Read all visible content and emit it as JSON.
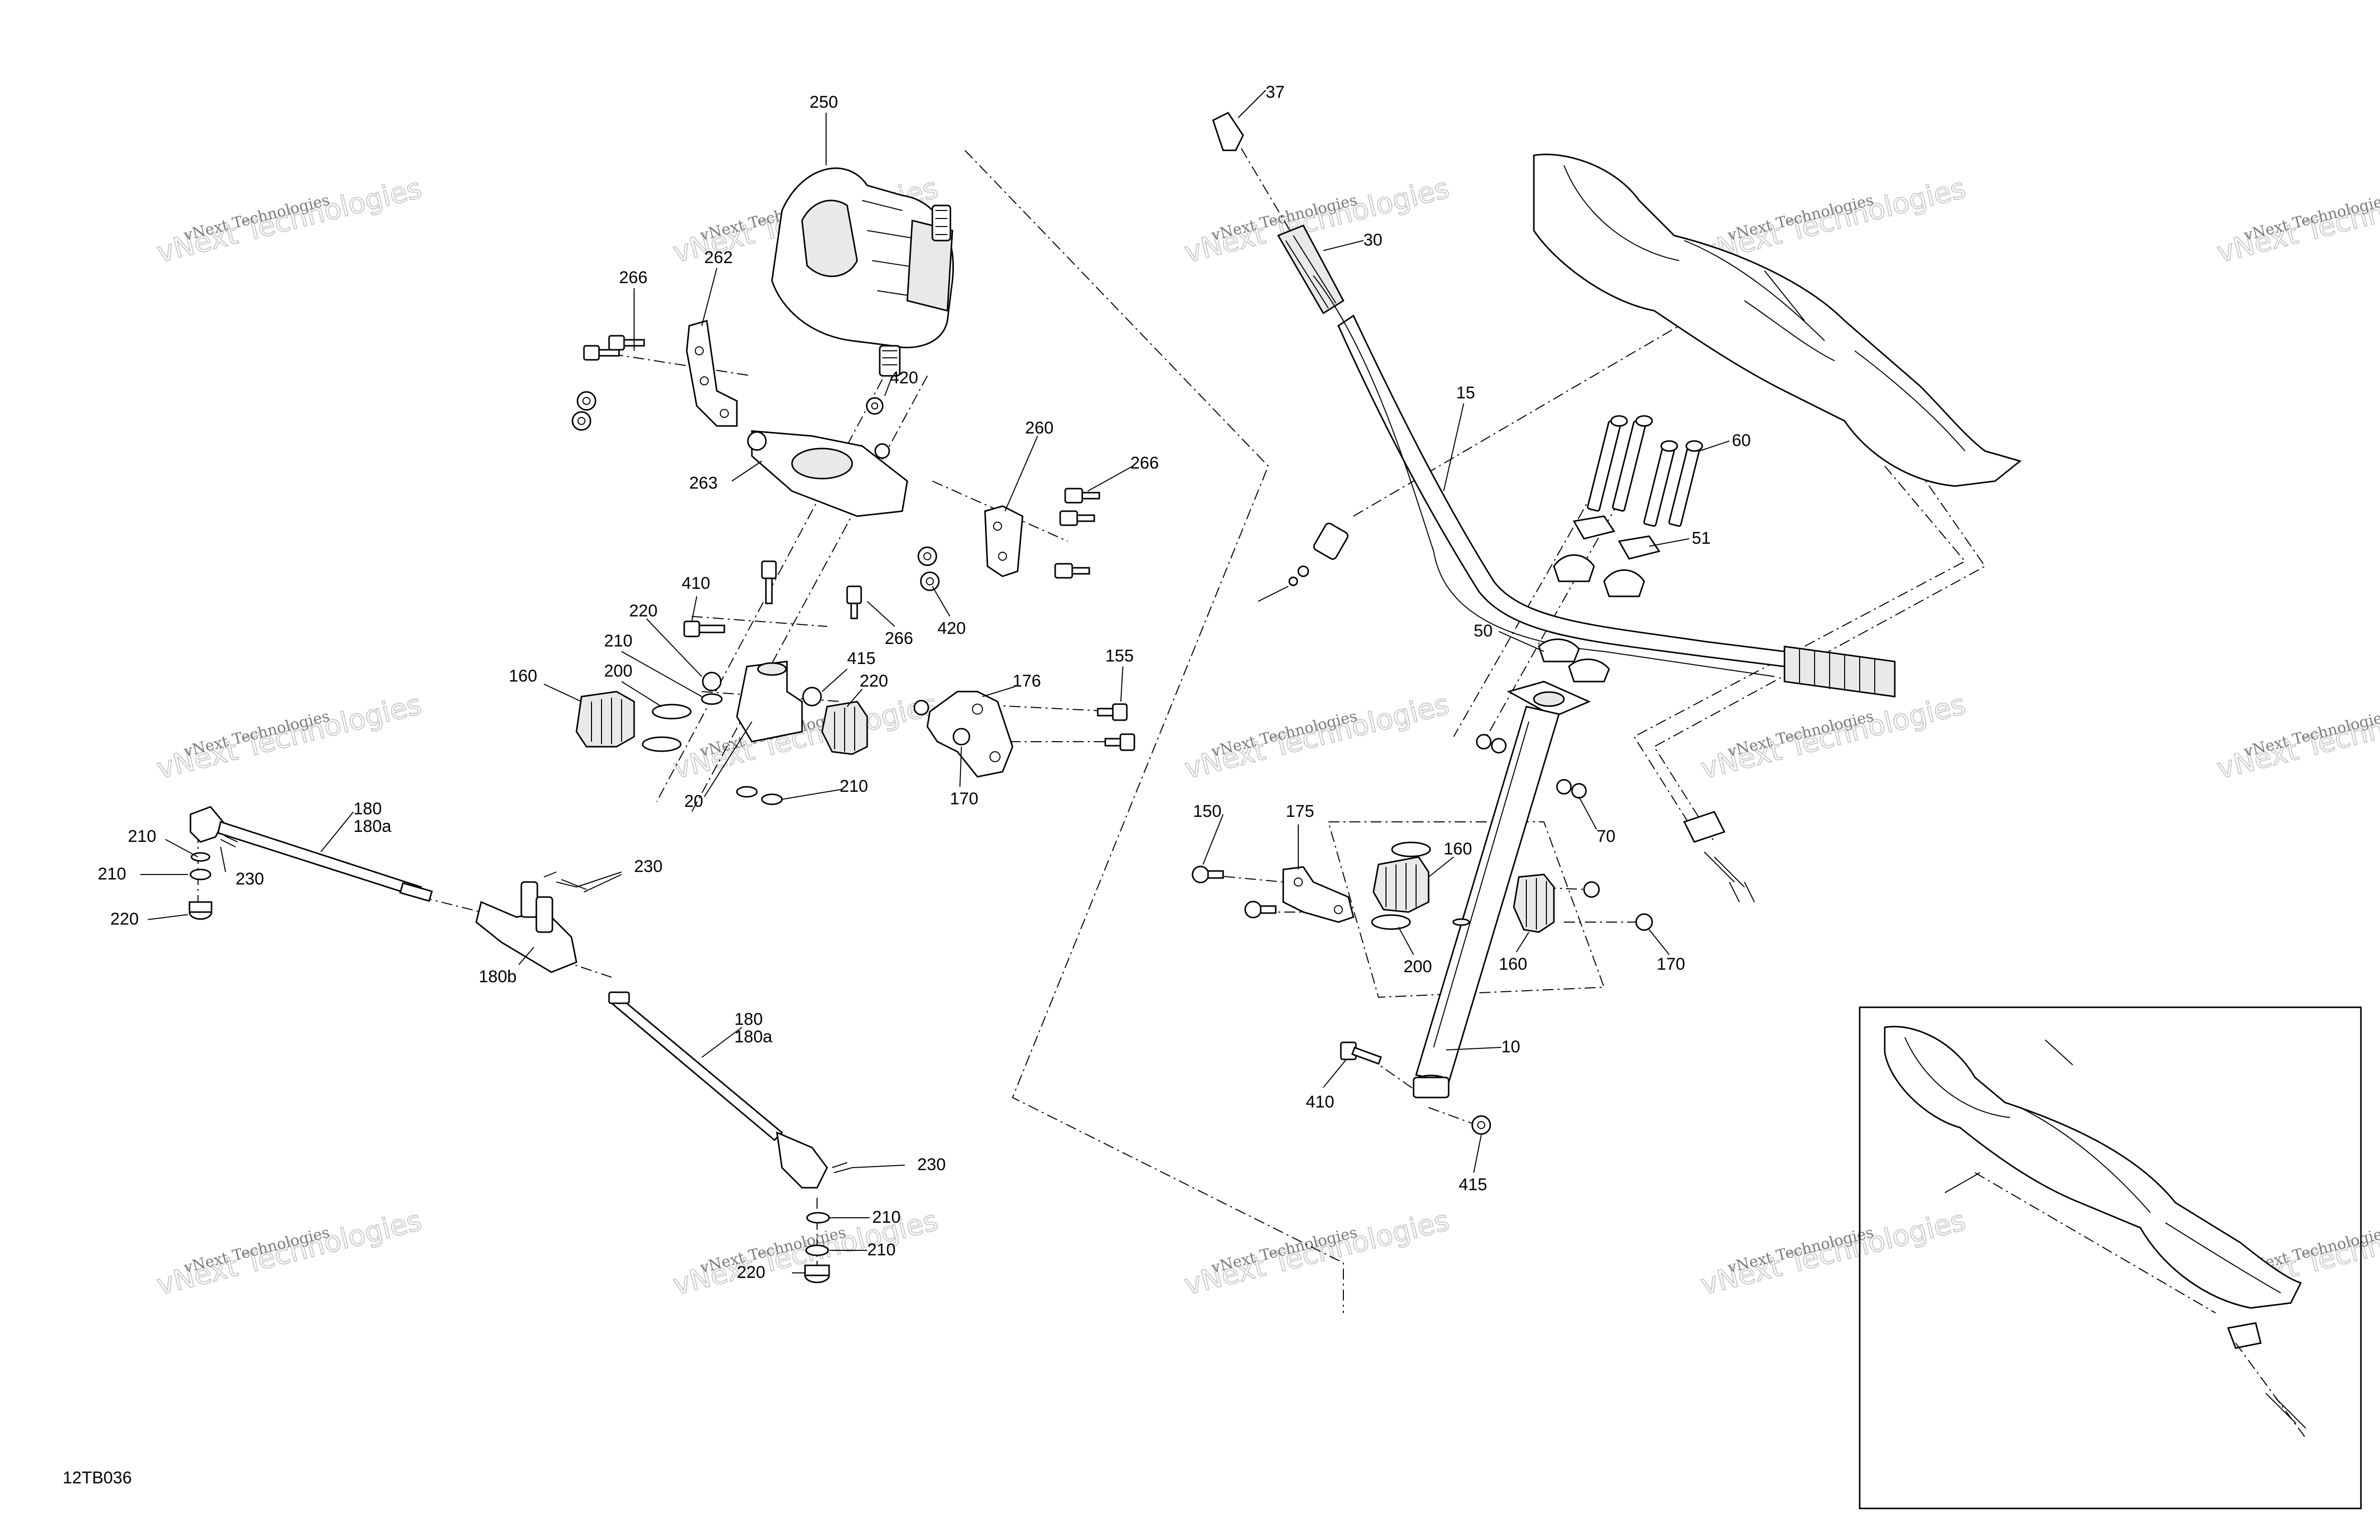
{
  "diagram": {
    "code": "12TB036",
    "watermark": {
      "line1": "vNext Technologies",
      "line2": "vNext Technologies"
    },
    "callouts": [
      {
        "id": "c250",
        "text": "250"
      },
      {
        "id": "c266a",
        "text": "266"
      },
      {
        "id": "c262",
        "text": "262"
      },
      {
        "id": "c420a",
        "text": "420"
      },
      {
        "id": "c263",
        "text": "263"
      },
      {
        "id": "c260",
        "text": "260"
      },
      {
        "id": "c266b",
        "text": "266"
      },
      {
        "id": "c420b",
        "text": "420"
      },
      {
        "id": "c266c",
        "text": "266"
      },
      {
        "id": "c410a",
        "text": "410"
      },
      {
        "id": "c220a",
        "text": "220"
      },
      {
        "id": "c210a",
        "text": "210"
      },
      {
        "id": "c160a",
        "text": "160"
      },
      {
        "id": "c200a",
        "text": "200"
      },
      {
        "id": "c415a",
        "text": "415"
      },
      {
        "id": "c220b",
        "text": "220"
      },
      {
        "id": "c20",
        "text": "20"
      },
      {
        "id": "c210b",
        "text": "210"
      },
      {
        "id": "c176",
        "text": "176"
      },
      {
        "id": "c155",
        "text": "155"
      },
      {
        "id": "c170a",
        "text": "170"
      },
      {
        "id": "c180a",
        "text": "180"
      },
      {
        "id": "c180aa",
        "text": "180a"
      },
      {
        "id": "c210c",
        "text": "210"
      },
      {
        "id": "c230a",
        "text": "230"
      },
      {
        "id": "c210d",
        "text": "210"
      },
      {
        "id": "c220c",
        "text": "220"
      },
      {
        "id": "c230b",
        "text": "230"
      },
      {
        "id": "c180b",
        "text": "180b"
      },
      {
        "id": "c180c",
        "text": "180"
      },
      {
        "id": "c180ab",
        "text": "180a"
      },
      {
        "id": "c230c",
        "text": "230"
      },
      {
        "id": "c210e",
        "text": "210"
      },
      {
        "id": "c210f",
        "text": "210"
      },
      {
        "id": "c220d",
        "text": "220"
      },
      {
        "id": "c37",
        "text": "37"
      },
      {
        "id": "c30",
        "text": "30"
      },
      {
        "id": "c15",
        "text": "15"
      },
      {
        "id": "c60",
        "text": "60"
      },
      {
        "id": "c51",
        "text": "51"
      },
      {
        "id": "c50",
        "text": "50"
      },
      {
        "id": "c70",
        "text": "70"
      },
      {
        "id": "c150",
        "text": "150"
      },
      {
        "id": "c175",
        "text": "175"
      },
      {
        "id": "c160b",
        "text": "160"
      },
      {
        "id": "c200b",
        "text": "200"
      },
      {
        "id": "c160c",
        "text": "160"
      },
      {
        "id": "c170b",
        "text": "170"
      },
      {
        "id": "c10",
        "text": "10"
      },
      {
        "id": "c410b",
        "text": "410"
      },
      {
        "id": "c415b",
        "text": "415"
      }
    ]
  }
}
